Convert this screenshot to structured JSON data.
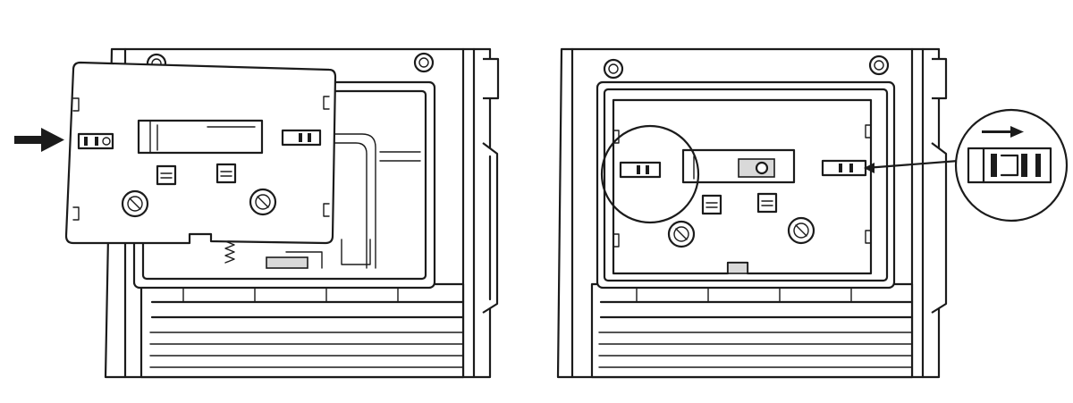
{
  "figure": {
    "panels": [
      {
        "id": "step-1",
        "content": "cover-plate-insertion"
      },
      {
        "id": "step-2",
        "content": "cover-installed-with-latch-detail"
      }
    ],
    "icons": [
      "right-arrow-icon",
      "screw-icon",
      "latch-icon",
      "zoom-detail-callout-icon"
    ],
    "colors": {
      "line": "#1b1b1b",
      "fill": "#ffffff",
      "shade": "#d9d9d9"
    }
  }
}
